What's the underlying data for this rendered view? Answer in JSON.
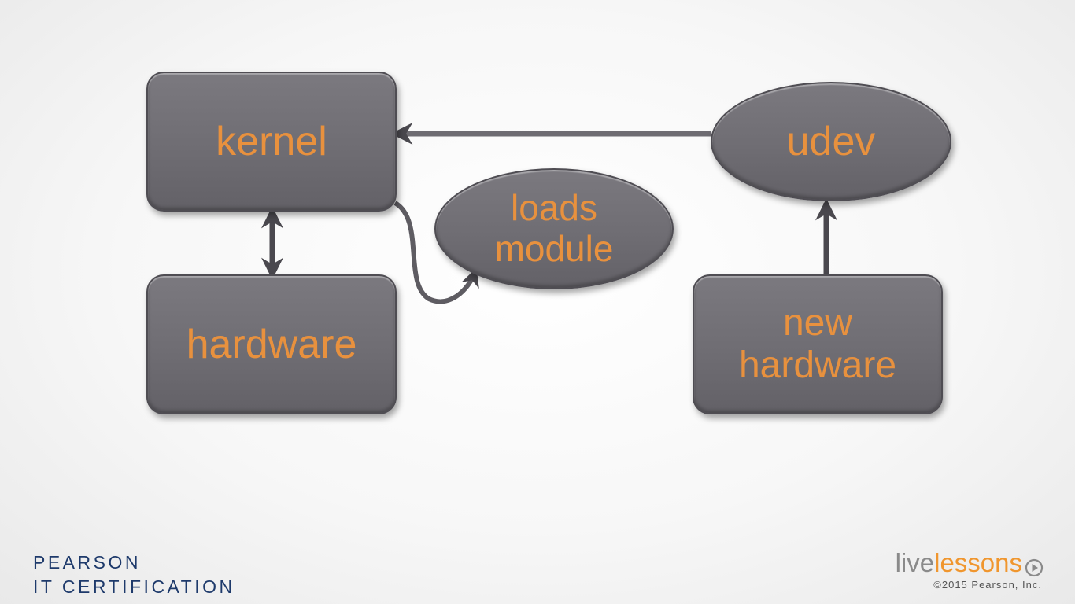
{
  "diagram": {
    "nodes": {
      "kernel": {
        "label": "kernel"
      },
      "hardware": {
        "label": "hardware"
      },
      "udev": {
        "label": "udev"
      },
      "loads_module": {
        "line1": "loads",
        "line2": "module"
      },
      "new_hardware": {
        "line1": "new",
        "line2": "hardware"
      }
    },
    "edges": [
      {
        "from": "udev",
        "to": "kernel"
      },
      {
        "from": "kernel",
        "to": "hardware",
        "bidirectional": true
      },
      {
        "from": "kernel",
        "to": "loads_module"
      },
      {
        "from": "new_hardware",
        "to": "udev"
      }
    ]
  },
  "branding": {
    "publisher_line1": "PEARSON",
    "publisher_line2": "IT CERTIFICATION",
    "series_part1": "live",
    "series_part2": "lessons",
    "copyright": "©2015 Pearson, Inc."
  },
  "colors": {
    "node_fill": "#737177",
    "label_text": "#e8913e",
    "arrow": "#4a484e",
    "pearson_blue": "#1e3a6b",
    "livelessons_orange": "#f0962e"
  }
}
